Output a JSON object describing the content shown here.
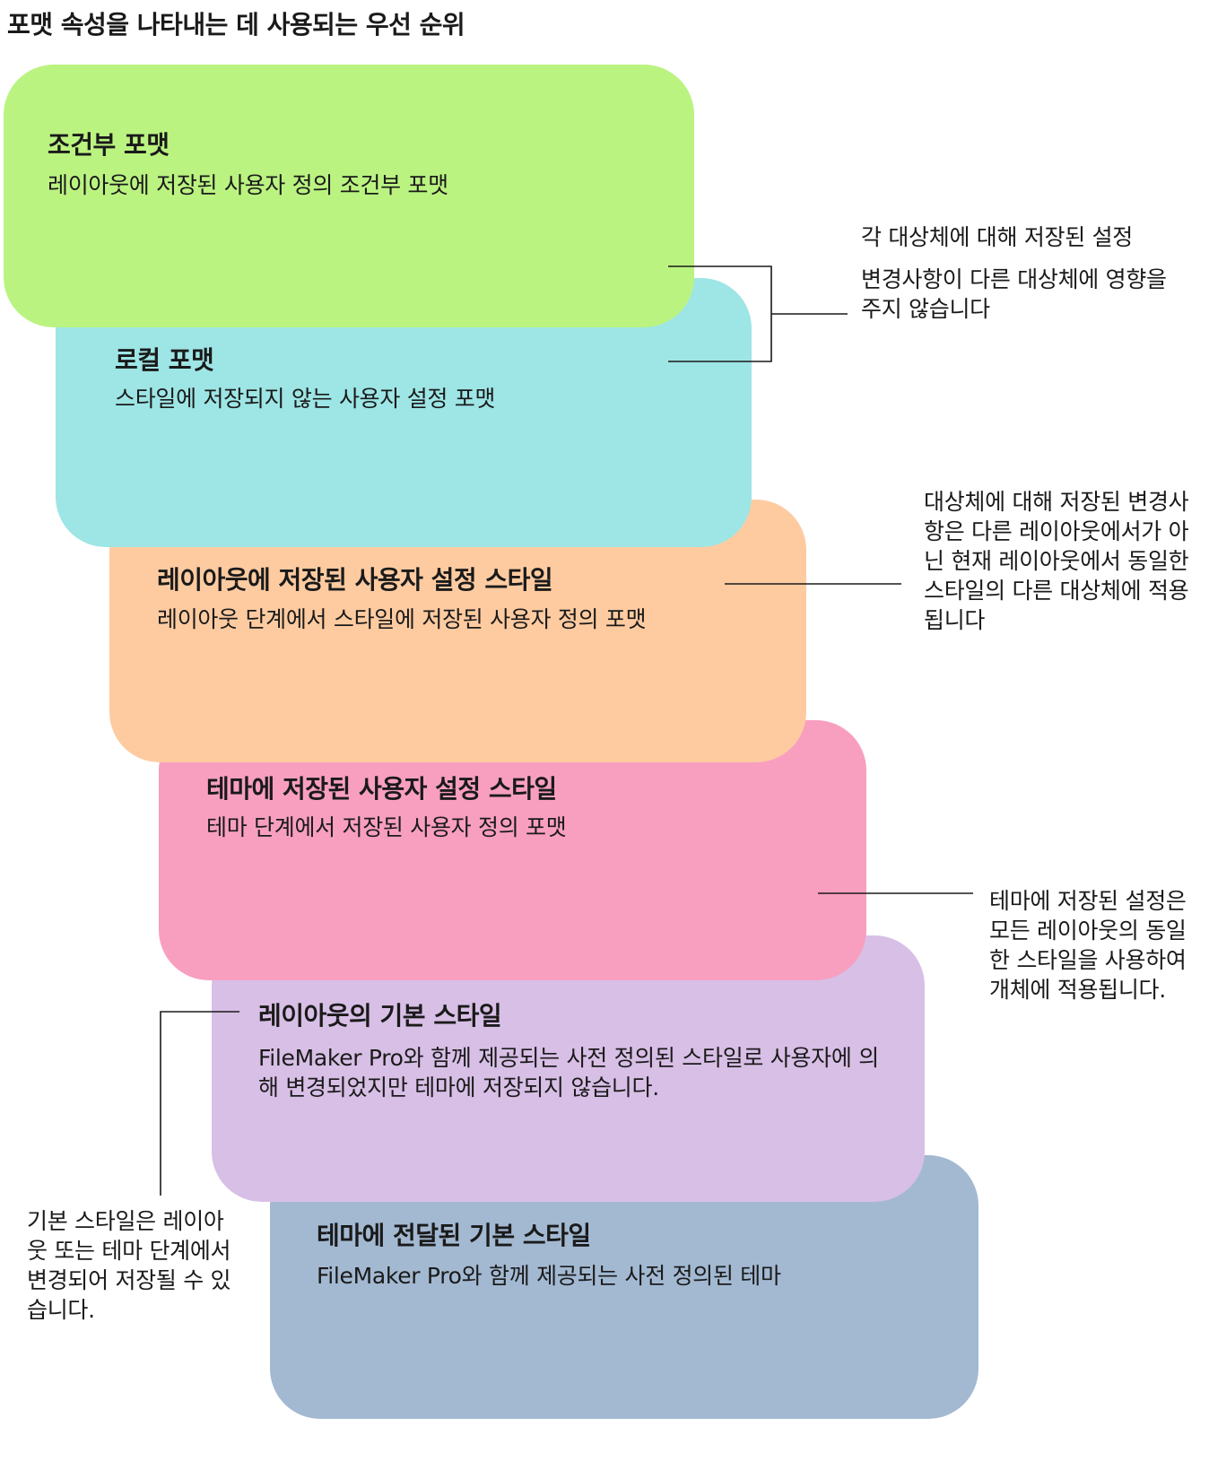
{
  "page_title": "포맷 속성을 나타내는 데 사용되는 우선 순위",
  "boxes": {
    "conditional": {
      "title": "조건부 포맷",
      "description": "레이아웃에 저장된 사용자 정의 조건부 포맷",
      "color": "#bbf381"
    },
    "local": {
      "title": "로컬 포맷",
      "description": "스타일에 저장되지 않는 사용자 설정 포맷",
      "color": "#9ee5e5"
    },
    "layout_style": {
      "title": "레이아웃에 저장된 사용자 설정 스타일",
      "description": "레이아웃 단계에서 스타일에 저장된 사용자 정의 포맷",
      "color": "#fecba1"
    },
    "theme_style": {
      "title": "테마에 저장된 사용자 설정 스타일",
      "description": "테마 단계에서 저장된 사용자 정의 포맷",
      "color": "#f89fc0"
    },
    "default_style": {
      "title": "레이아웃의 기본 스타일",
      "description": "FileMaker Pro와 함께 제공되는 사전 정의된 스타일로 사용자에 의해 변경되었지만 테마에 저장되지 않습니다.",
      "color": "#d8bfe6"
    },
    "passed_style": {
      "title": "테마에 전달된 기본 스타일",
      "description": "FileMaker Pro와 함께 제공되는 사전 정의된 테마",
      "color": "#a3b9d2"
    }
  },
  "notes": {
    "object_title": "각 대상체에 대해 저장된 설정",
    "object_body": "변경사항이 다른 대상체에 영향을 주지 않습니다",
    "layout": "대상체에 대해 저장된 변경사항은 다른 레이아웃에서가 아닌 현재 레이아웃에서 동일한 스타일의 다른 대상체에 적용됩니다",
    "theme": "테마에 저장된 설정은 모든 레이아웃의 동일한 스타일을 사용하여 개체에 적용됩니다.",
    "default": "기본 스타일은 레이아웃 또는 테마 단계에서 변경되어 저장될 수 있습니다."
  },
  "connector_color": "#1a1a1a"
}
